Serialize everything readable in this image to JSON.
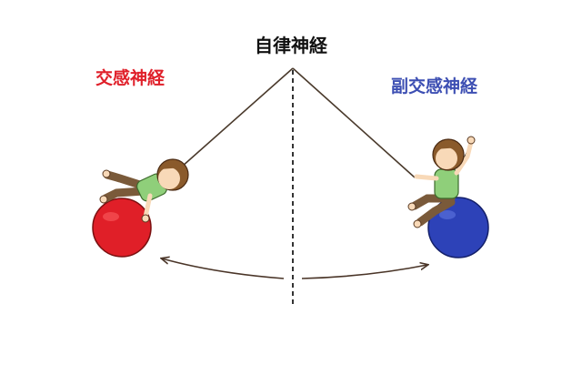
{
  "title": "自律神経",
  "left": {
    "label": "交感神経",
    "color": "#e0202a"
  },
  "right": {
    "label": "副交感神経",
    "color": "#3d4fb3"
  },
  "colors": {
    "rope": "#4a3a2c",
    "axis": "#333333",
    "arrow": "#4a3528",
    "left_ball": "#e01f28",
    "right_ball": "#2d42b8",
    "skin": "#f8d9b8",
    "hair": "#8a5a2b",
    "shirt": "#8fcf7a",
    "pants": "#7a5a3a"
  },
  "icons": {
    "left_figure": "girl-on-red-ball-icon",
    "right_figure": "girl-on-blue-ball-icon",
    "swing_arrow": "double-headed-curved-arrow-icon"
  }
}
